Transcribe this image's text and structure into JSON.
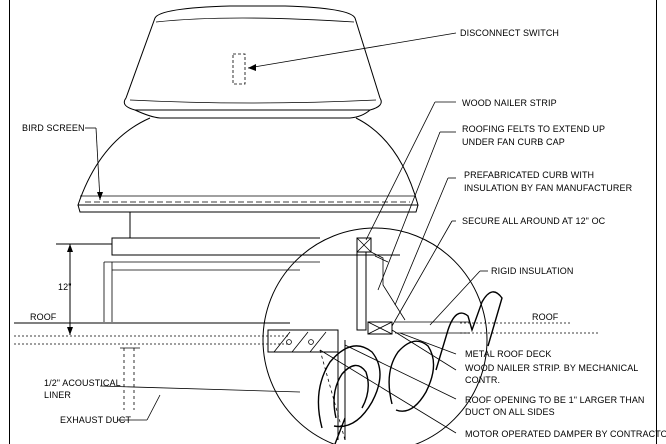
{
  "labels": {
    "disconnect_switch": "DISCONNECT SWITCH",
    "wood_nailer_strip": "WOOD NAILER STRIP",
    "roofing_felts_1": "ROOFING FELTS TO EXTEND UP",
    "roofing_felts_2": "UNDER FAN CURB CAP",
    "prefab_curb_1": "PREFABRICATED CURB WITH",
    "prefab_curb_2": "INSULATION BY FAN MANUFACTURER",
    "secure_all_around": "SECURE ALL AROUND AT 12\" OC",
    "rigid_insulation": "RIGID INSULATION",
    "metal_roof_deck": "METAL ROOF DECK",
    "wood_nailer_mech_1": "WOOD NAILER STRIP. BY MECHANICAL",
    "wood_nailer_mech_2": "CONTR.",
    "roof_opening_1": "ROOF OPENING TO BE 1\" LARGER THAN",
    "roof_opening_2": "DUCT ON ALL SIDES",
    "motor_damper": "MOTOR OPERATED DAMPER BY CONTRACTOR",
    "bird_screen": "BIRD SCREEN",
    "dimension_12": "12\"",
    "roof_left": "ROOF",
    "roof_right": "ROOF",
    "acoustical_liner_1": "1/2\" ACOUSTICAL",
    "acoustical_liner_2": "LINER",
    "exhaust_duct": "EXHAUST DUCT"
  },
  "colors": {
    "line": "#000000",
    "background": "#ffffff"
  }
}
